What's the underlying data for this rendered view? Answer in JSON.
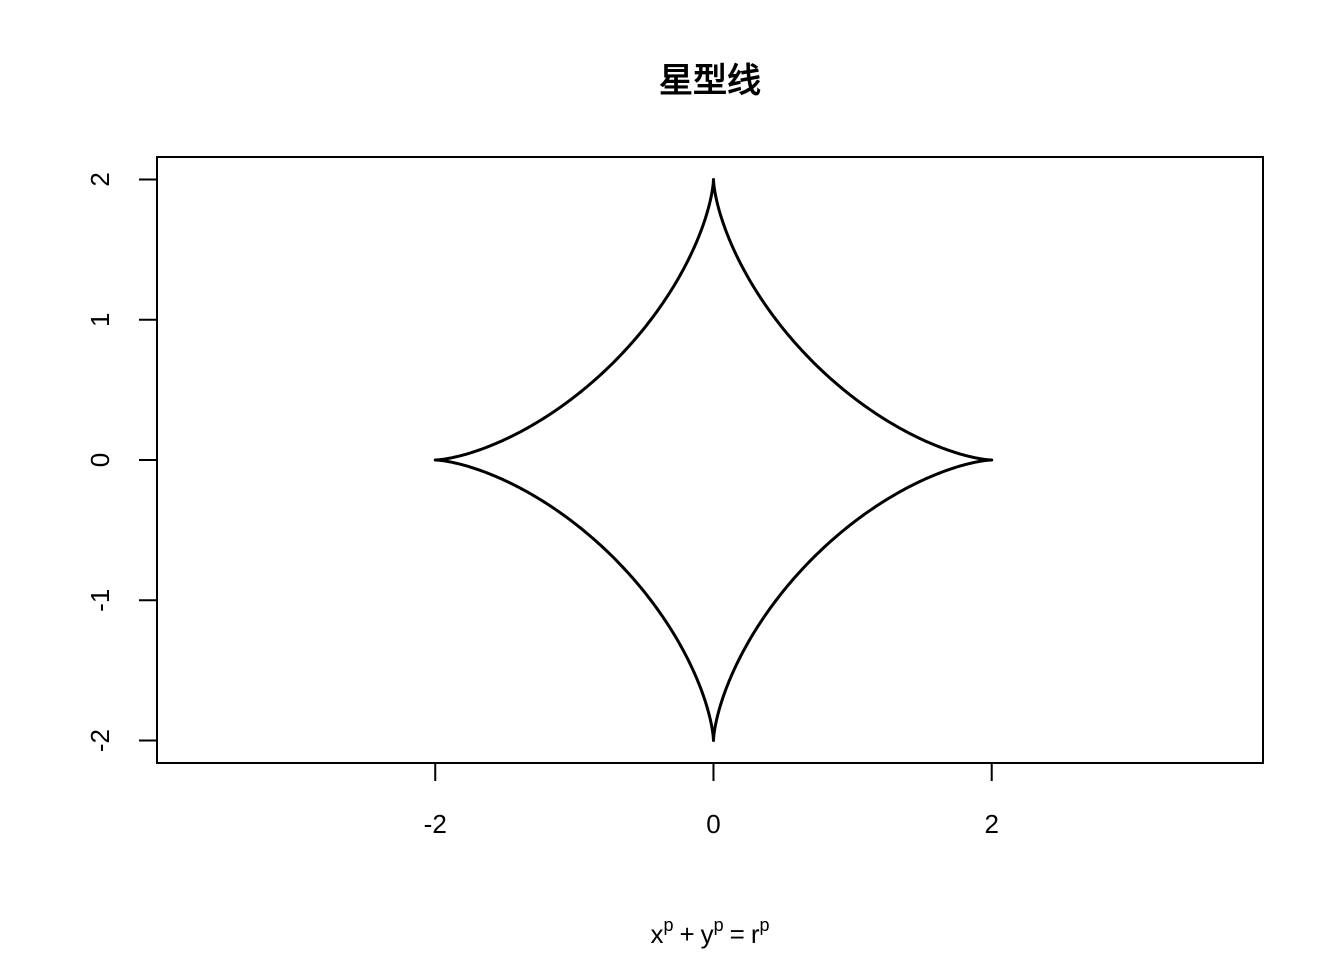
{
  "chart_data": {
    "type": "line",
    "title": "星型线",
    "xlabel": {
      "x": "x",
      "x_sup": "p",
      "plus": "+",
      "y": "y",
      "y_sup": "p",
      "eq": "=",
      "r": "r",
      "r_sup": "p"
    },
    "ylabel": "",
    "xlim": [
      -4.0,
      3.95
    ],
    "ylim": [
      -2.16,
      2.16
    ],
    "x_ticks": [
      -2,
      0,
      2
    ],
    "x_tick_labels": [
      "-2",
      "0",
      "2"
    ],
    "y_ticks": [
      -2,
      -1,
      0,
      1,
      2
    ],
    "y_tick_labels": [
      "-2",
      "-1",
      "0",
      "1",
      "2"
    ],
    "grid": false,
    "series": [
      {
        "curve": "astroid",
        "parametric": "x = r·cos³(t), y = r·sin³(t)",
        "r": 2,
        "t_range": [
          0,
          6.283185307
        ],
        "color": "#000000"
      }
    ]
  }
}
